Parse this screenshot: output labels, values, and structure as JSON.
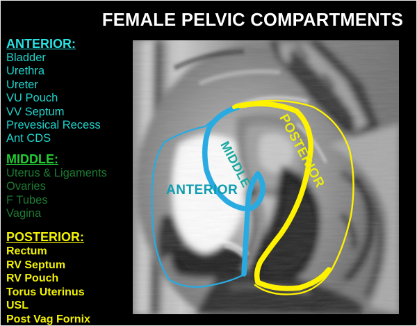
{
  "slide": {
    "title": "FEMALE PELVIC COMPARTMENTS",
    "background_color": "#000000",
    "title_color": "#FFFFFF"
  },
  "legend": {
    "sections": [
      {
        "id": "anterior",
        "heading": "ANTERIOR:",
        "heading_color": "#2AE0E0",
        "item_color": "#1FD4CC",
        "items": [
          "Bladder",
          "Urethra",
          "Ureter",
          "VU Pouch",
          "VV Septum",
          "Prevesical Recess",
          "Ant CDS"
        ]
      },
      {
        "id": "middle",
        "heading": "MIDDLE:",
        "heading_color": "#22CC33",
        "item_color": "#1C7A32",
        "items": [
          "Uterus & Ligaments",
          "Ovaries",
          "F Tubes",
          "Vagina"
        ]
      },
      {
        "id": "posterior",
        "heading": "POSTERIOR:",
        "heading_color": "#F2F205",
        "item_color": "#F2F205",
        "items": [
          "Rectum",
          "RV Septum",
          "RV Pouch",
          "Torus Uterinus",
          "USL",
          "Post Vag Fornix"
        ]
      }
    ]
  },
  "mri": {
    "modality": "sagittal-pelvic-mri",
    "overlays": [
      {
        "id": "anterior",
        "label": "ANTERIOR",
        "outline_color": "#29ABE2",
        "label_color": "#0D9CB0",
        "rotation_deg": 0
      },
      {
        "id": "middle",
        "label": "MIDDLE",
        "outline_color": "#29ABE2",
        "label_color": "#17A8A0",
        "rotation_deg": 62
      },
      {
        "id": "posterior",
        "label": "POSTERIOR",
        "outline_color": "#FFF200",
        "label_color": "#ECEC10",
        "rotation_deg": 62
      }
    ]
  }
}
